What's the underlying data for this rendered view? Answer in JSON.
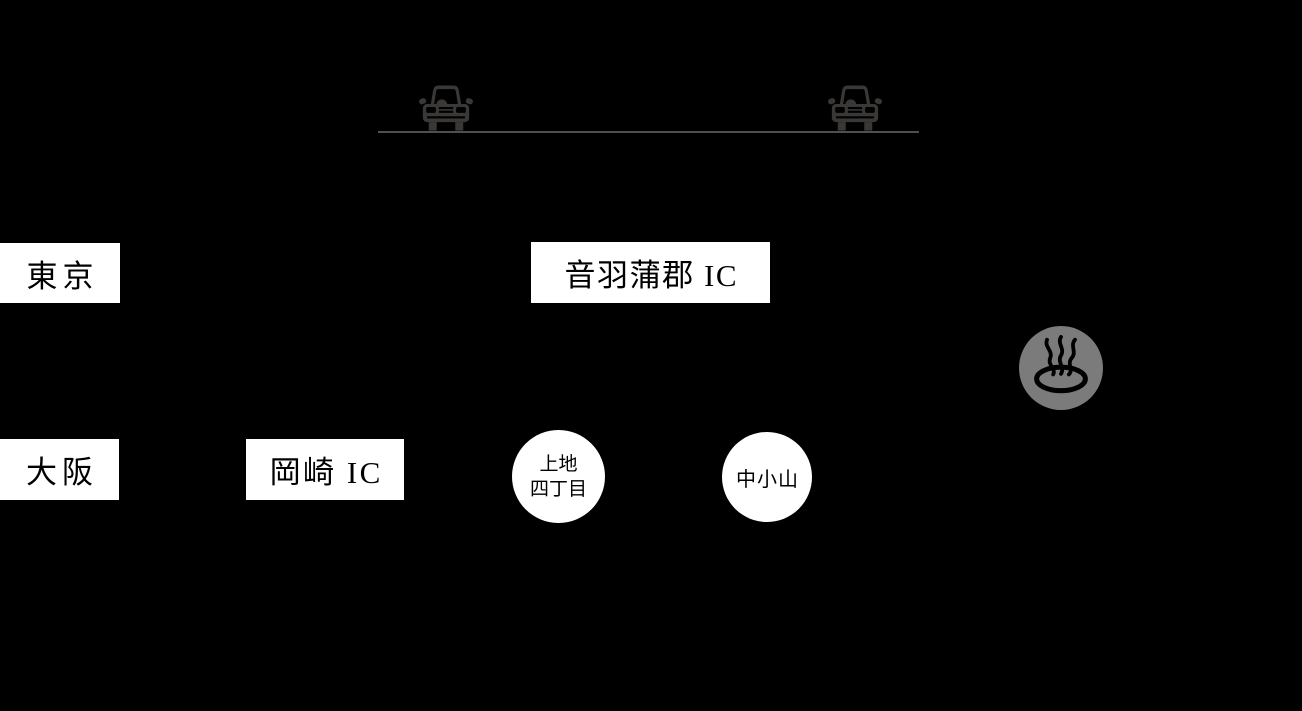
{
  "labels": {
    "tokyo": "東京",
    "osaka": "大阪",
    "otowa_gamagori_ic": "音羽蒲郡 IC",
    "okazaki_ic": "岡崎 IC",
    "ueji_line1": "上地",
    "ueji_line2": "四丁目",
    "nakakoyama": "中小山"
  },
  "icons": {
    "car": "car-icon",
    "onsen": "onsen-icon"
  },
  "colors": {
    "background": "#000000",
    "car_icon": "#3a3836",
    "road_line": "#4f4f4f",
    "onsen_badge": "#7b7b7b",
    "label_background": "#ffffff",
    "label_text": "#000000"
  }
}
